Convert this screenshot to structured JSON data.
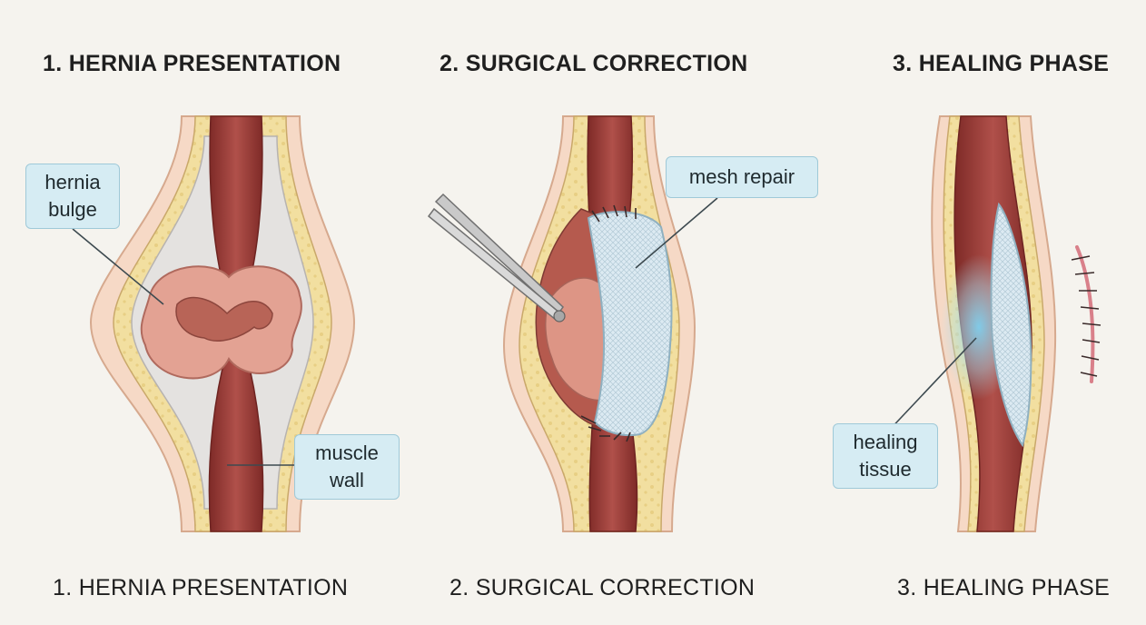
{
  "panels": [
    {
      "heading": "1. HERNIA PRESENTATION",
      "footer": "1. HERNIA PRESENTATION"
    },
    {
      "heading": "2. SURGICAL CORRECTION",
      "footer": "2. SURGICAL CORRECTION"
    },
    {
      "heading": "3. HEALING PHASE",
      "footer": "3. HEALING PHASE"
    }
  ],
  "callouts": {
    "hernia_bulge": {
      "line1": "hernia",
      "line2": "bulge"
    },
    "muscle_wall": {
      "line1": "muscle",
      "line2": "wall"
    },
    "mesh_repair": {
      "text": "mesh repair"
    },
    "healing_tissue": {
      "line1": "healing",
      "line2": "tissue"
    }
  },
  "colors": {
    "background": "#f5f3ee",
    "skin": "#f6d9c6",
    "fat": "#f2dfa0",
    "muscle": "#9c3a36",
    "hernia": "#e3a293",
    "mesh": "#dceaf2",
    "callout": "#d6ecf3",
    "suture": "#3a2a2a",
    "healing_glow": "#7fd1f0"
  }
}
